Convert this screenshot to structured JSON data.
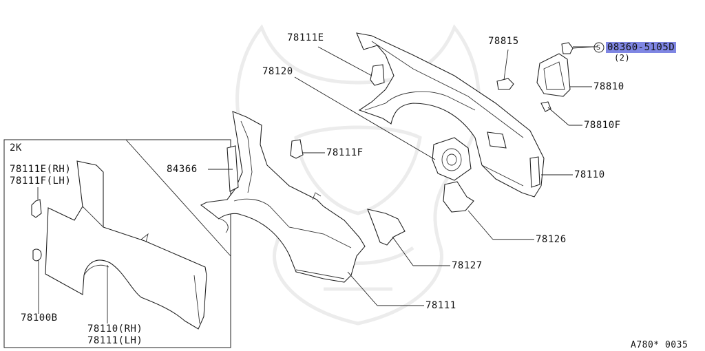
{
  "inset": {
    "title": "2K"
  },
  "labels": {
    "l78111E_top": "78111E",
    "l78815": "78815",
    "l08360_code": "08360-5105D",
    "l08360_qty": "(2)",
    "l78120": "78120",
    "l78810": "78810",
    "l78810F": "78810F",
    "l78111F": "78111F",
    "l84366": "84366",
    "l78110": "78110",
    "l78126": "78126",
    "l78127": "78127",
    "l78111": "78111",
    "inset_78111E": "78111E(RH)",
    "inset_78111F": "78111F(LH)",
    "inset_78100B": "78100B",
    "inset_78110": "78110(RH)",
    "inset_78111": "78111(LH)"
  },
  "screw_symbol": "S",
  "diagram_code": "A780* 0035",
  "colors": {
    "highlight": "#7f86e3",
    "line": "#222222",
    "watermark": "#ececec"
  }
}
